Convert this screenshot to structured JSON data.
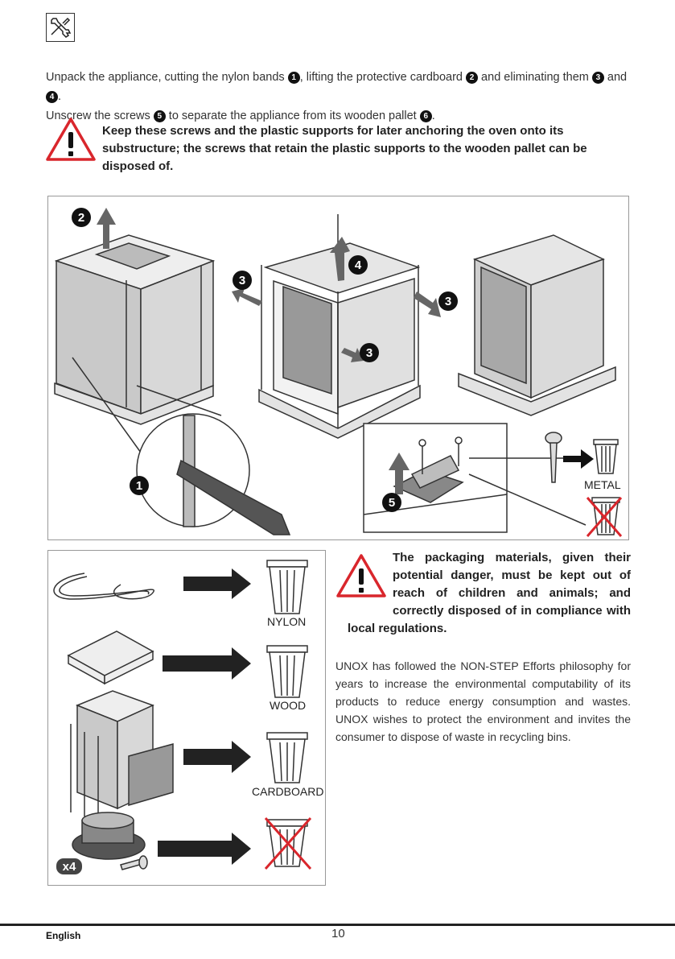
{
  "intro": {
    "line1_a": "Unpack the appliance, cutting the nylon bands ",
    "n1": "1",
    "line1_b": ", lifting the protective cardboard ",
    "n2": "2",
    "line1_c": " and eliminating them ",
    "n3": "3",
    "line1_d": " and ",
    "n4": "4",
    "line1_e": ".",
    "line2_a": "Unscrew the screws ",
    "n5": "5",
    "line2_b": " to separate the appliance from its wooden pallet ",
    "n6": "6",
    "line2_c": "."
  },
  "warning1": "Keep these screws and the plastic supports for later anchoring the oven onto its substructure; the screws that retain the plastic supports to the wooden pallet can be disposed of.",
  "figure1": {
    "badge_2": "2",
    "badge_3a": "3",
    "badge_4": "4",
    "badge_3b": "3",
    "badge_3c": "3",
    "badge_1": "1",
    "badge_5": "5",
    "metal_label": "METAL"
  },
  "figure2": {
    "nylon_label": "NYLON",
    "wood_label": "WOOD",
    "cardboard_label": "CARDBOARD",
    "qty_badge": "x4"
  },
  "warning2": {
    "l1": "The packaging materials, given their",
    "l2": "potential danger, must be kept out of",
    "l3": "reach of children and animals; and",
    "l4": "correctly disposed of in compliance with",
    "l5": "local regulations."
  },
  "paragraph": "UNOX has followed the NON-STEP Efforts philosophy for years to increase the environmental computability of its products to reduce energy consumption and wastes. UNOX wishes to protect the environment and invites the consumer to dispose of waste in recycling bins.",
  "footer": {
    "language": "English",
    "page_number": "10"
  },
  "colors": {
    "warning_red": "#d9262c",
    "text": "#333333",
    "badge": "#111111"
  }
}
